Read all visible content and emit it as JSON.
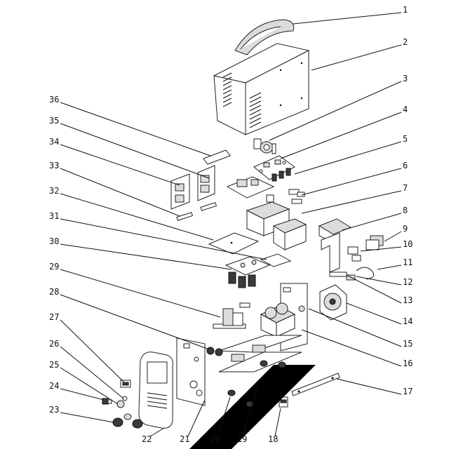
{
  "diagram": {
    "callouts": [
      "1",
      "2",
      "3",
      "4",
      "5",
      "6",
      "7",
      "8",
      "9",
      "10",
      "11",
      "12",
      "13",
      "14",
      "15",
      "16",
      "17",
      "18",
      "19",
      "20",
      "21",
      "22",
      "23",
      "24",
      "25",
      "26",
      "27",
      "28",
      "29",
      "30",
      "31",
      "32",
      "33",
      "34",
      "35",
      "36"
    ]
  }
}
